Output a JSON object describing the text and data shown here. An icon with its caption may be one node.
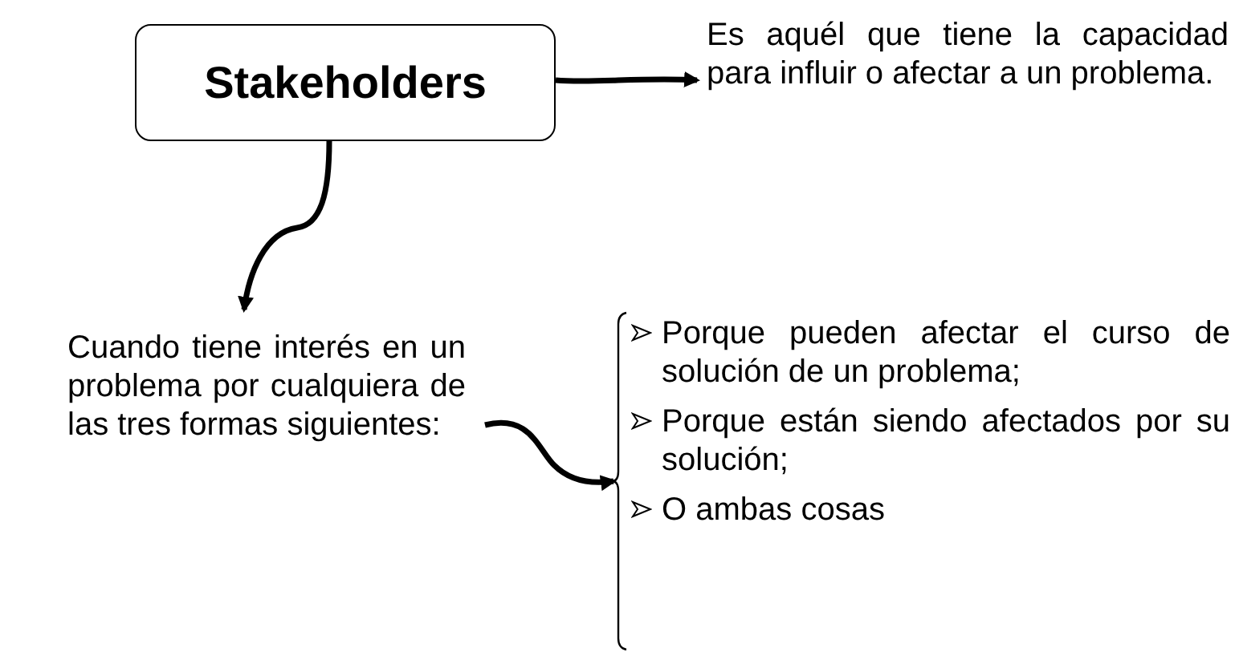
{
  "diagram": {
    "nodes": [
      {
        "text": [
          "Stakeholders"
        ]
      },
      {
        "text": [
          "Es aquél que tiene la capacidad para influir o afectar a un problema."
        ]
      },
      {
        "text": [
          "Cuando tiene interés en un problema por cualquiera de las tres formas siguientes:"
        ]
      },
      {
        "text": [
          "Porque pueden afectar el curso de solución de un problema;",
          "Porque están siendo afectados por su solución;",
          "O ambas cosas"
        ]
      }
    ],
    "edges": [
      {
        "from": 0,
        "to": 1,
        "arrow": "to"
      },
      {
        "from": 0,
        "to": 2,
        "arrow": "to"
      },
      {
        "from": 2,
        "to": 3,
        "arrow": "to"
      }
    ]
  }
}
